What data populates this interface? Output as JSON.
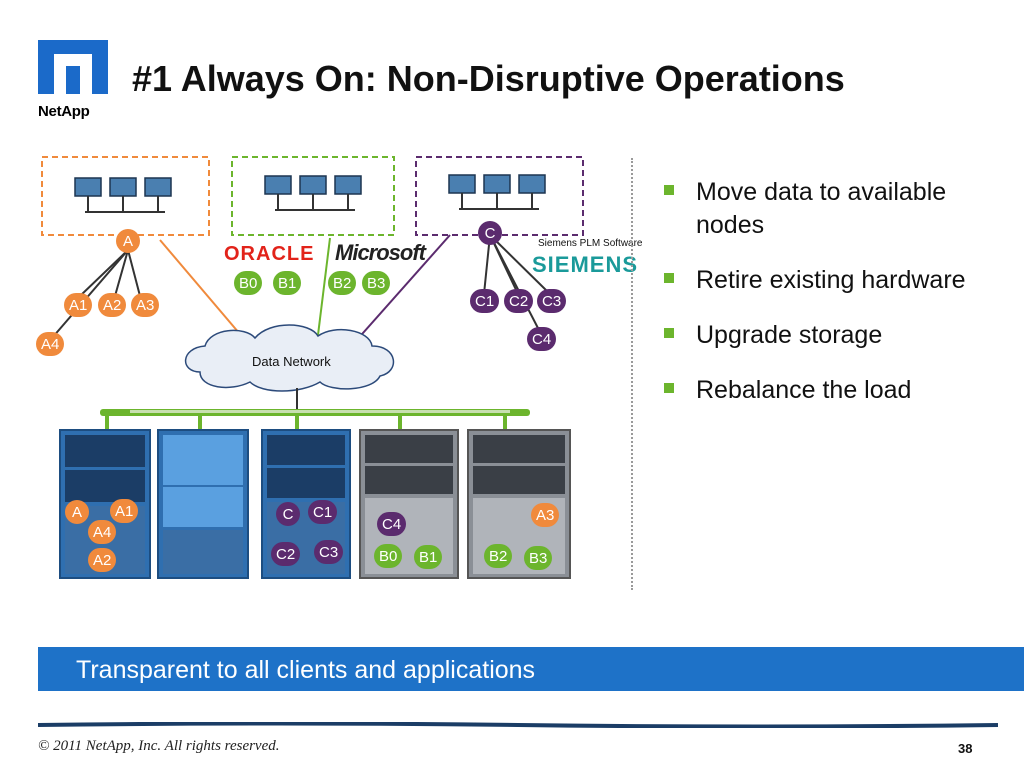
{
  "header": {
    "logo_text": "NetApp",
    "title": "#1 Always On: Non-Disruptive Operations"
  },
  "diagram": {
    "vendors": {
      "oracle": "ORACLE",
      "microsoft": "Microsoft",
      "siemens_sub": "Siemens PLM Software",
      "siemens": "SIEMENS"
    },
    "cloud_label": "Data Network",
    "groups": {
      "a": {
        "root": "A",
        "children": [
          "A1",
          "A2",
          "A3",
          "A4"
        ]
      },
      "b": {
        "children": [
          "B0",
          "B1",
          "B2",
          "B3"
        ]
      },
      "c": {
        "root": "C",
        "children": [
          "C1",
          "C2",
          "C3",
          "C4"
        ]
      }
    },
    "storage": {
      "rack1": [
        "A",
        "A1",
        "A4",
        "A2"
      ],
      "rack3": [
        "C",
        "C1",
        "C2",
        "C3"
      ],
      "rack4": [
        "C4",
        "B0",
        "B1"
      ],
      "rack5": [
        "A3",
        "B2",
        "B3"
      ]
    },
    "colors": {
      "orange": "#f08a3c",
      "purple": "#5b2b6e",
      "green": "#6cb52d",
      "blue": "#1e72c8"
    }
  },
  "bullets": [
    "Move data to available nodes",
    "Retire existing hardware",
    "Upgrade storage",
    "Rebalance the load"
  ],
  "banner": "Transparent to all clients and applications",
  "footer": {
    "copyright": "© 2011 NetApp, Inc. All rights reserved.",
    "page": "38"
  }
}
